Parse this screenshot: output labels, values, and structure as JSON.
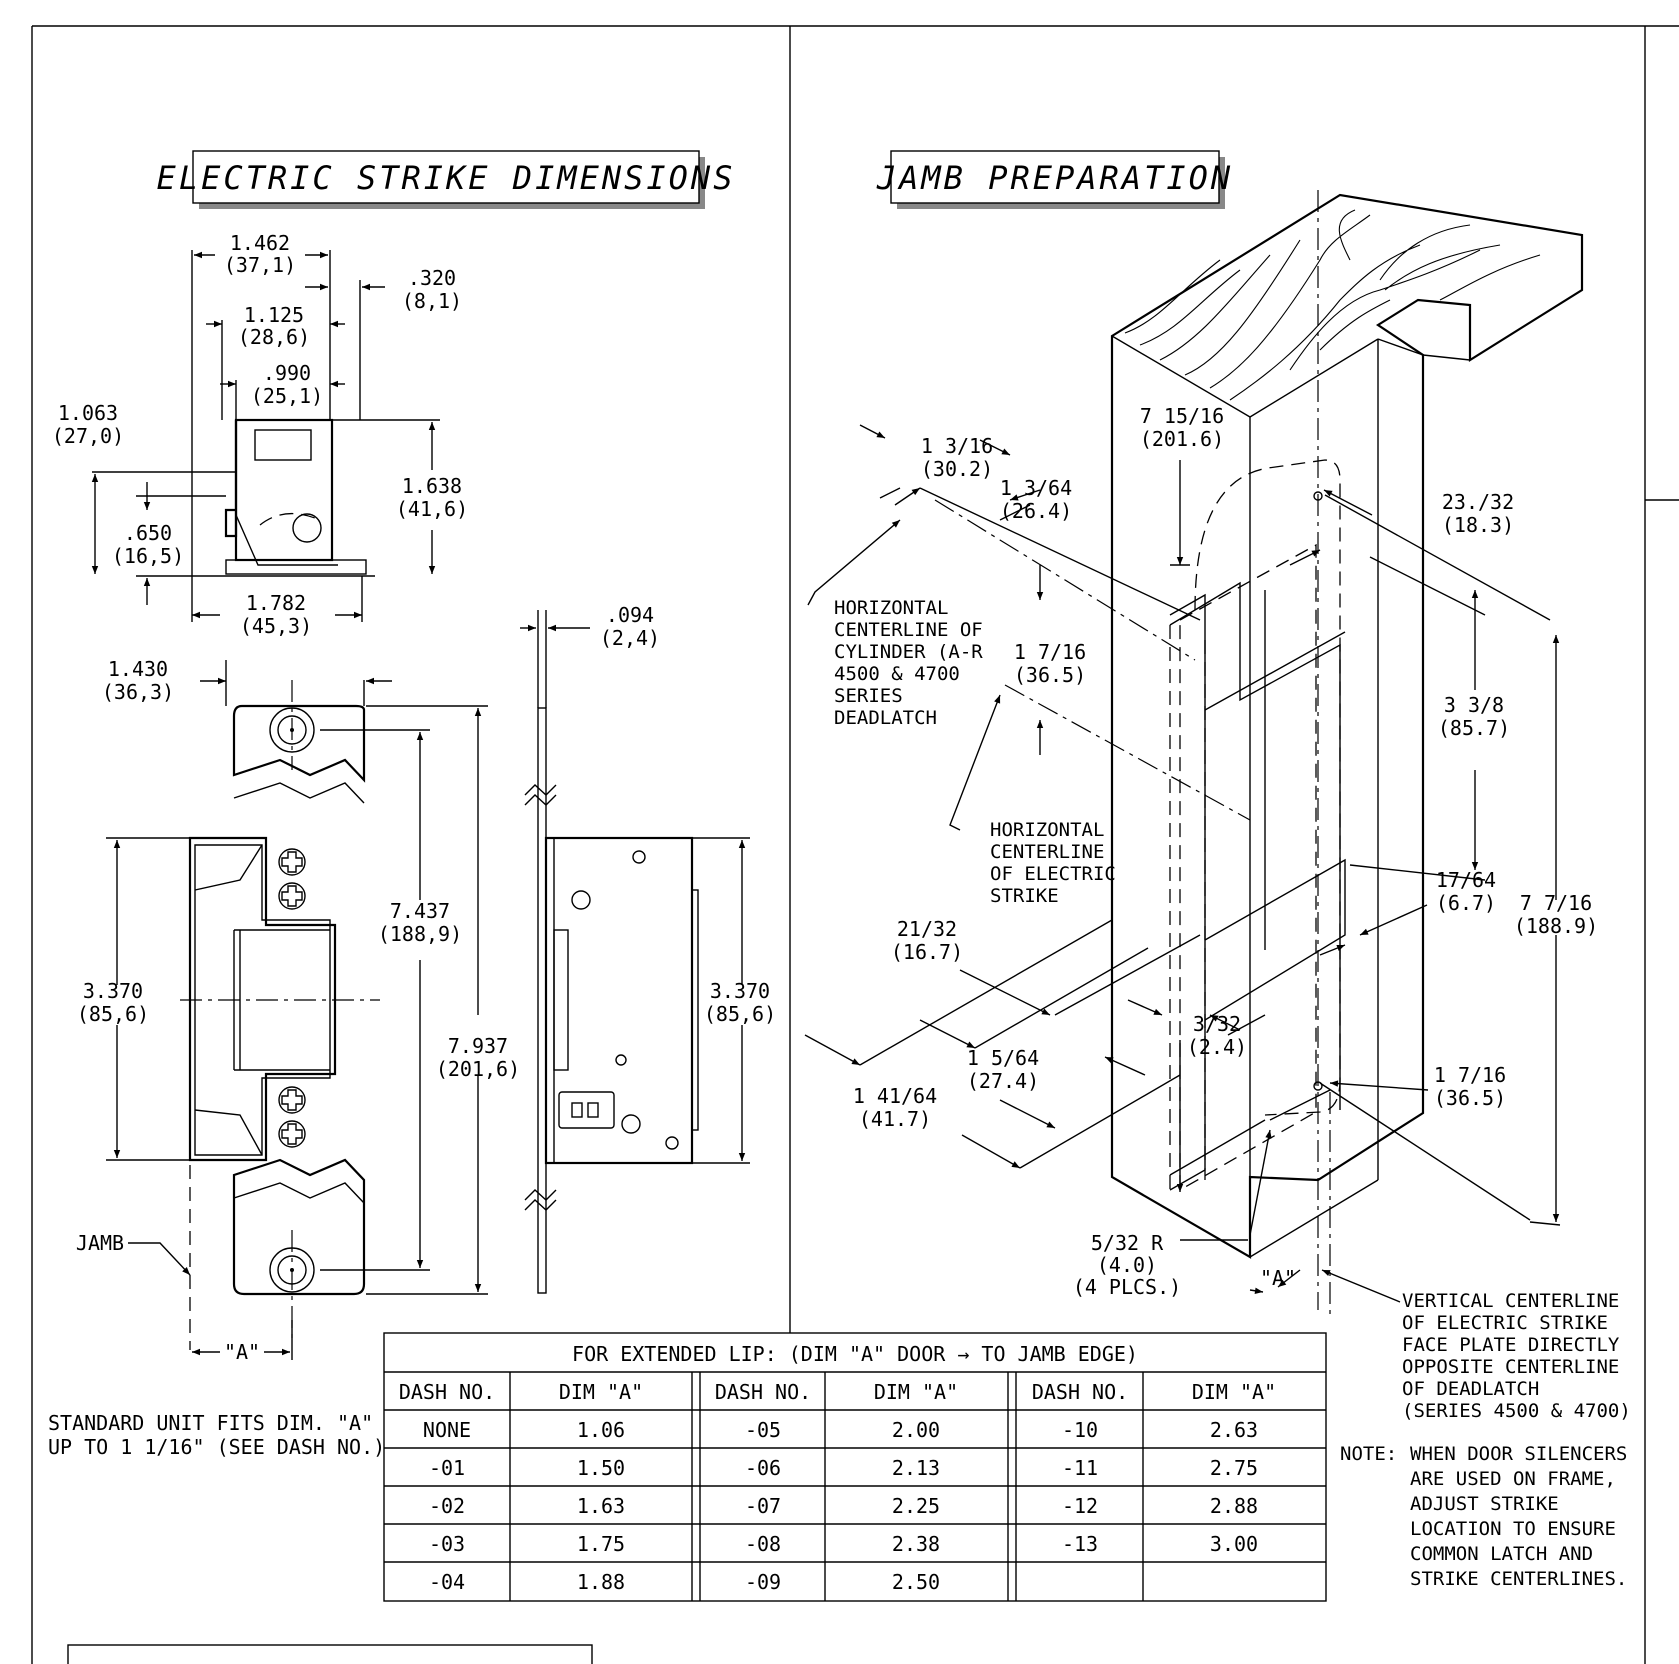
{
  "titles": {
    "strike": "ELECTRIC STRIKE DIMENSIONS",
    "jamb": "JAMB PREPARATION"
  },
  "strike_dims": {
    "d1462": [
      "1.462",
      "(37,1)"
    ],
    "d320": [
      ".320",
      "(8,1)"
    ],
    "d1125": [
      "1.125",
      "(28,6)"
    ],
    "d990": [
      ".990",
      "(25,1)"
    ],
    "d1063": [
      "1.063",
      "(27,0)"
    ],
    "d1638": [
      "1.638",
      "(41,6)"
    ],
    "d650": [
      ".650",
      "(16,5)"
    ],
    "d1782": [
      "1.782",
      "(45,3)"
    ],
    "d1430": [
      "1.430",
      "(36,3)"
    ],
    "d094": [
      ".094",
      "(2,4)"
    ],
    "d7437": [
      "7.437",
      "(188,9)"
    ],
    "d3370a": [
      "3.370",
      "(85,6)"
    ],
    "d7937": [
      "7.937",
      "(201,6)"
    ],
    "d3370b": [
      "3.370",
      "(85,6)"
    ],
    "jamb_label": "JAMB",
    "dimA": "\"A\"",
    "standard_note": [
      "STANDARD UNIT FITS DIM. \"A\"",
      "UP TO 1 1/16\" (SEE DASH NO.)"
    ]
  },
  "jamb_dims": {
    "d7_15_16": [
      "7 15/16",
      "(201.6)"
    ],
    "d1_3_16": [
      "1 3/16",
      "(30.2)"
    ],
    "d1_3_64": [
      "1 3/64",
      "(26.4)"
    ],
    "d23_32": [
      "23./32",
      "(18.3)"
    ],
    "d1_7_16a": [
      "1 7/16",
      "(36.5)"
    ],
    "d3_3_8": [
      "3 3/8",
      "(85.7)"
    ],
    "d17_64": [
      "17/64",
      "(6.7)"
    ],
    "d7_7_16": [
      "7 7/16",
      "(188.9)"
    ],
    "d21_32": [
      "21/32",
      "(16.7)"
    ],
    "d3_32": [
      "3/32",
      "(2.4)"
    ],
    "d1_5_64": [
      "1 5/64",
      "(27.4)"
    ],
    "d1_41_64": [
      "1 41/64",
      "(41.7)"
    ],
    "d1_7_16b": [
      "1 7/16",
      "(36.5)"
    ],
    "d5_32r": [
      "5/32 R",
      "(4.0)",
      "(4 PLCS.)"
    ],
    "dimA": "\"A\"",
    "cyl_note": [
      "HORIZONTAL",
      "CENTERLINE OF",
      "CYLINDER (A-R",
      "4500 & 4700",
      "SERIES",
      "DEADLATCH"
    ],
    "strike_note": [
      "HORIZONTAL",
      "CENTERLINE",
      "OF ELECTRIC",
      "STRIKE"
    ],
    "vert_note": [
      "VERTICAL CENTERLINE",
      "OF ELECTRIC STRIKE",
      "FACE PLATE DIRECTLY",
      "OPPOSITE CENTERLINE",
      "OF DEADLATCH",
      "(SERIES 4500 & 4700)"
    ],
    "note_label": "NOTE:",
    "note_lines": [
      "WHEN DOOR SILENCERS",
      "ARE USED ON FRAME,",
      "ADJUST STRIKE",
      "LOCATION TO ENSURE",
      "COMMON LATCH AND",
      "STRIKE CENTERLINES."
    ]
  },
  "table": {
    "title": "FOR EXTENDED LIP: (DIM \"A\" DOOR → TO JAMB EDGE)",
    "headers": [
      "DASH NO.",
      "DIM \"A\"",
      "DASH NO.",
      "DIM \"A\"",
      "DASH NO.",
      "DIM \"A\""
    ],
    "rows": [
      [
        "NONE",
        "1.06",
        "-05",
        "2.00",
        "-10",
        "2.63"
      ],
      [
        "-01",
        "1.50",
        "-06",
        "2.13",
        "-11",
        "2.75"
      ],
      [
        "-02",
        "1.63",
        "-07",
        "2.25",
        "-12",
        "2.88"
      ],
      [
        "-03",
        "1.75",
        "-08",
        "2.38",
        "-13",
        "3.00"
      ],
      [
        "-04",
        "1.88",
        "-09",
        "2.50",
        "",
        ""
      ]
    ]
  }
}
